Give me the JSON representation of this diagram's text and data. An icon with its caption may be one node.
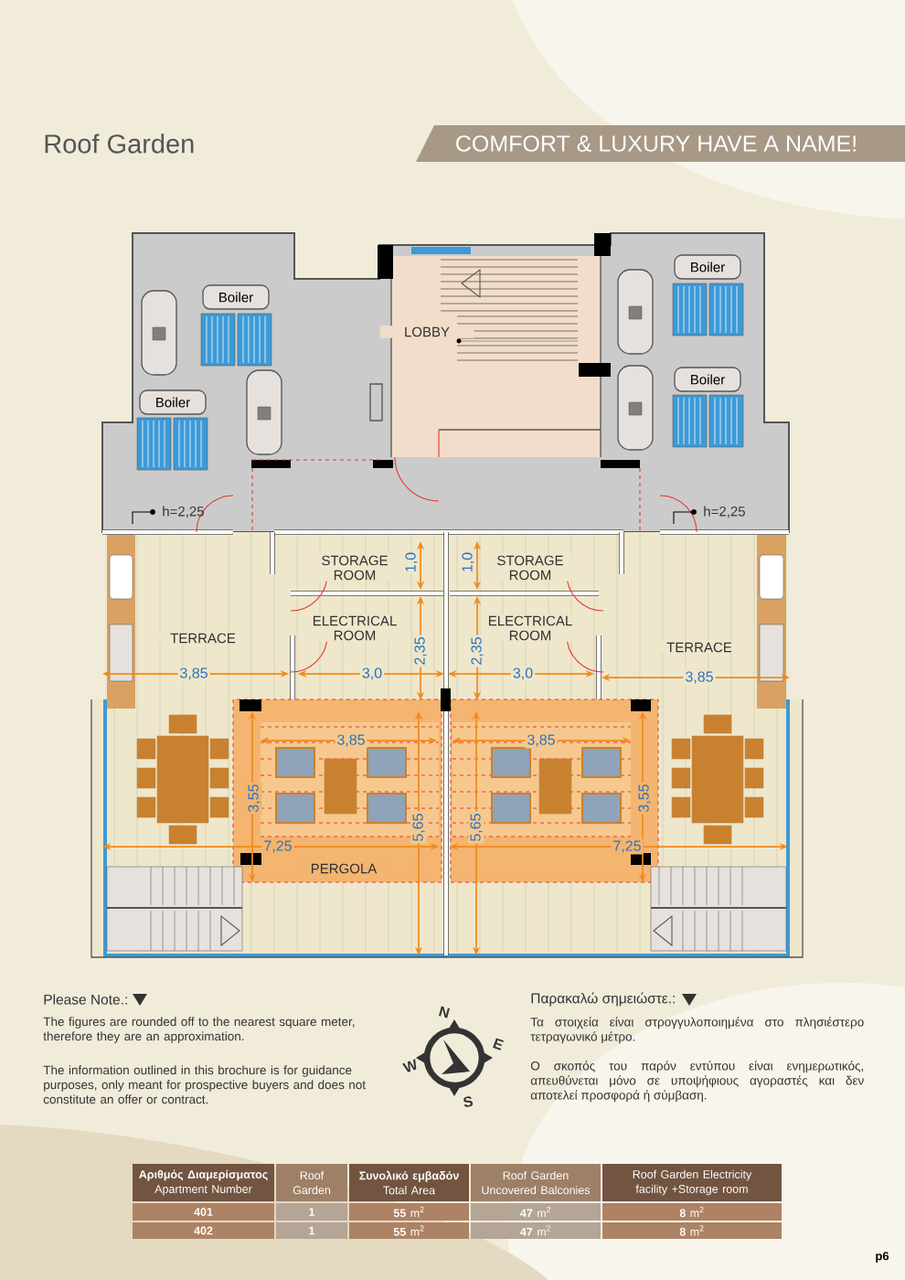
{
  "diagram": {
    "title": "Roof Garden",
    "nodes": [
      {
        "text": [
          "COMFORT & LUXURY HAVE A NAME!"
        ]
      },
      {
        "text": [
          "Boiler"
        ]
      },
      {
        "text": [
          "Boiler"
        ]
      },
      {
        "text": [
          "LOBBY"
        ]
      },
      {
        "text": [
          "Boiler"
        ]
      },
      {
        "text": [
          "Boiler"
        ]
      },
      {
        "text": [
          "STORAGE ROOM"
        ]
      },
      {
        "text": [
          "STORAGE ROOM"
        ]
      },
      {
        "text": [
          "ELECTRICAL ROOM"
        ]
      },
      {
        "text": [
          "ELECTRICAL ROOM"
        ]
      },
      {
        "text": [
          "TERRACE"
        ]
      },
      {
        "text": [
          "TERRACE"
        ]
      },
      {
        "text": [
          "PERGOLA"
        ]
      }
    ],
    "labels": [
      "h=2,25",
      "h=2,25",
      "1,0",
      "1,0",
      "2,35",
      "2,35",
      "3,85",
      "3,0",
      "3,0",
      "3,85",
      "3,85",
      "3,85",
      "3,55",
      "3,55",
      "5,65",
      "5,65",
      "7,25",
      "7,25",
      "Please Note.:",
      "Παρακαλώ σημειώστε.:",
      "N",
      "The figures are rounded off to the nearest square meter, therefore they are an approximation.",
      "Τα στοιχεία είναι στρογγυλοποιημένα στο πλησιέστερο τετραγωνικό μέτρο.",
      "E",
      "W",
      "The information outlined in this brochure is for guidance purposes, only meant for prospective buyers and does not constitute an offer or contract.",
      "Ο σκοπός του παρόν εντύπου είναι ενημερωτικός, απευθύνεται μόνο σε υποψήφιους αγοραστές και δεν αποτελεί προσφορά ή σύμβαση.",
      "S",
      "**Αριθμός Διαμερίσματος** Apartment Number",
      "Roof Garden",
      "**Συνολικό εμβαδόν** Total Area",
      "Roof Garden Uncovered Balconies",
      "Roof Garden Electricity facility +Storage room",
      "**401**",
      "**1**",
      "**55** m$^{2}$",
      "**47** m$^{2}$",
      "**8** m$^{2}$",
      "**402**",
      "**1**",
      "**55** m$^{2}$",
      "**47** m$^{2}$",
      "**8** m$^{2}$",
      "p6"
    ]
  }
}
